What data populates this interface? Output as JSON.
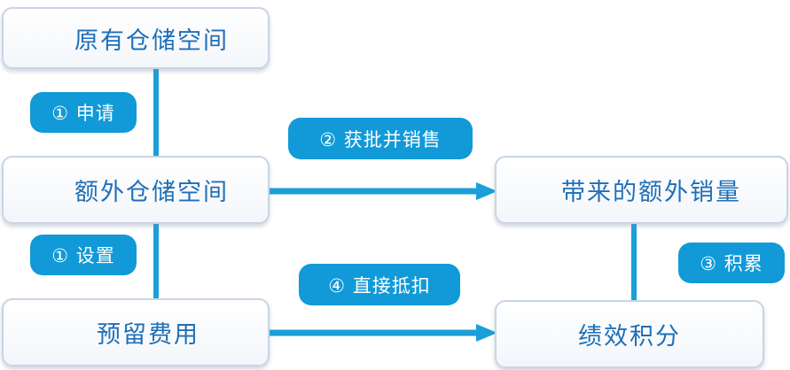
{
  "boxes": {
    "original_storage": "原有仓储空间",
    "extra_storage": "额外仓储空间",
    "reserved_fee": "预留费用",
    "extra_sales": "带来的额外销量",
    "performance_points": "绩效积分"
  },
  "steps": {
    "apply": "① 申请",
    "approved_sell": "② 获批并销售",
    "setup": "① 设置",
    "accumulate": "③ 积累",
    "direct_deduct": "④ 直接抵扣"
  },
  "colors": {
    "accent": "#119ad7",
    "line": "#1a9fd9",
    "box_text": "#1f6fb7",
    "box_border": "#c9d5e3"
  }
}
